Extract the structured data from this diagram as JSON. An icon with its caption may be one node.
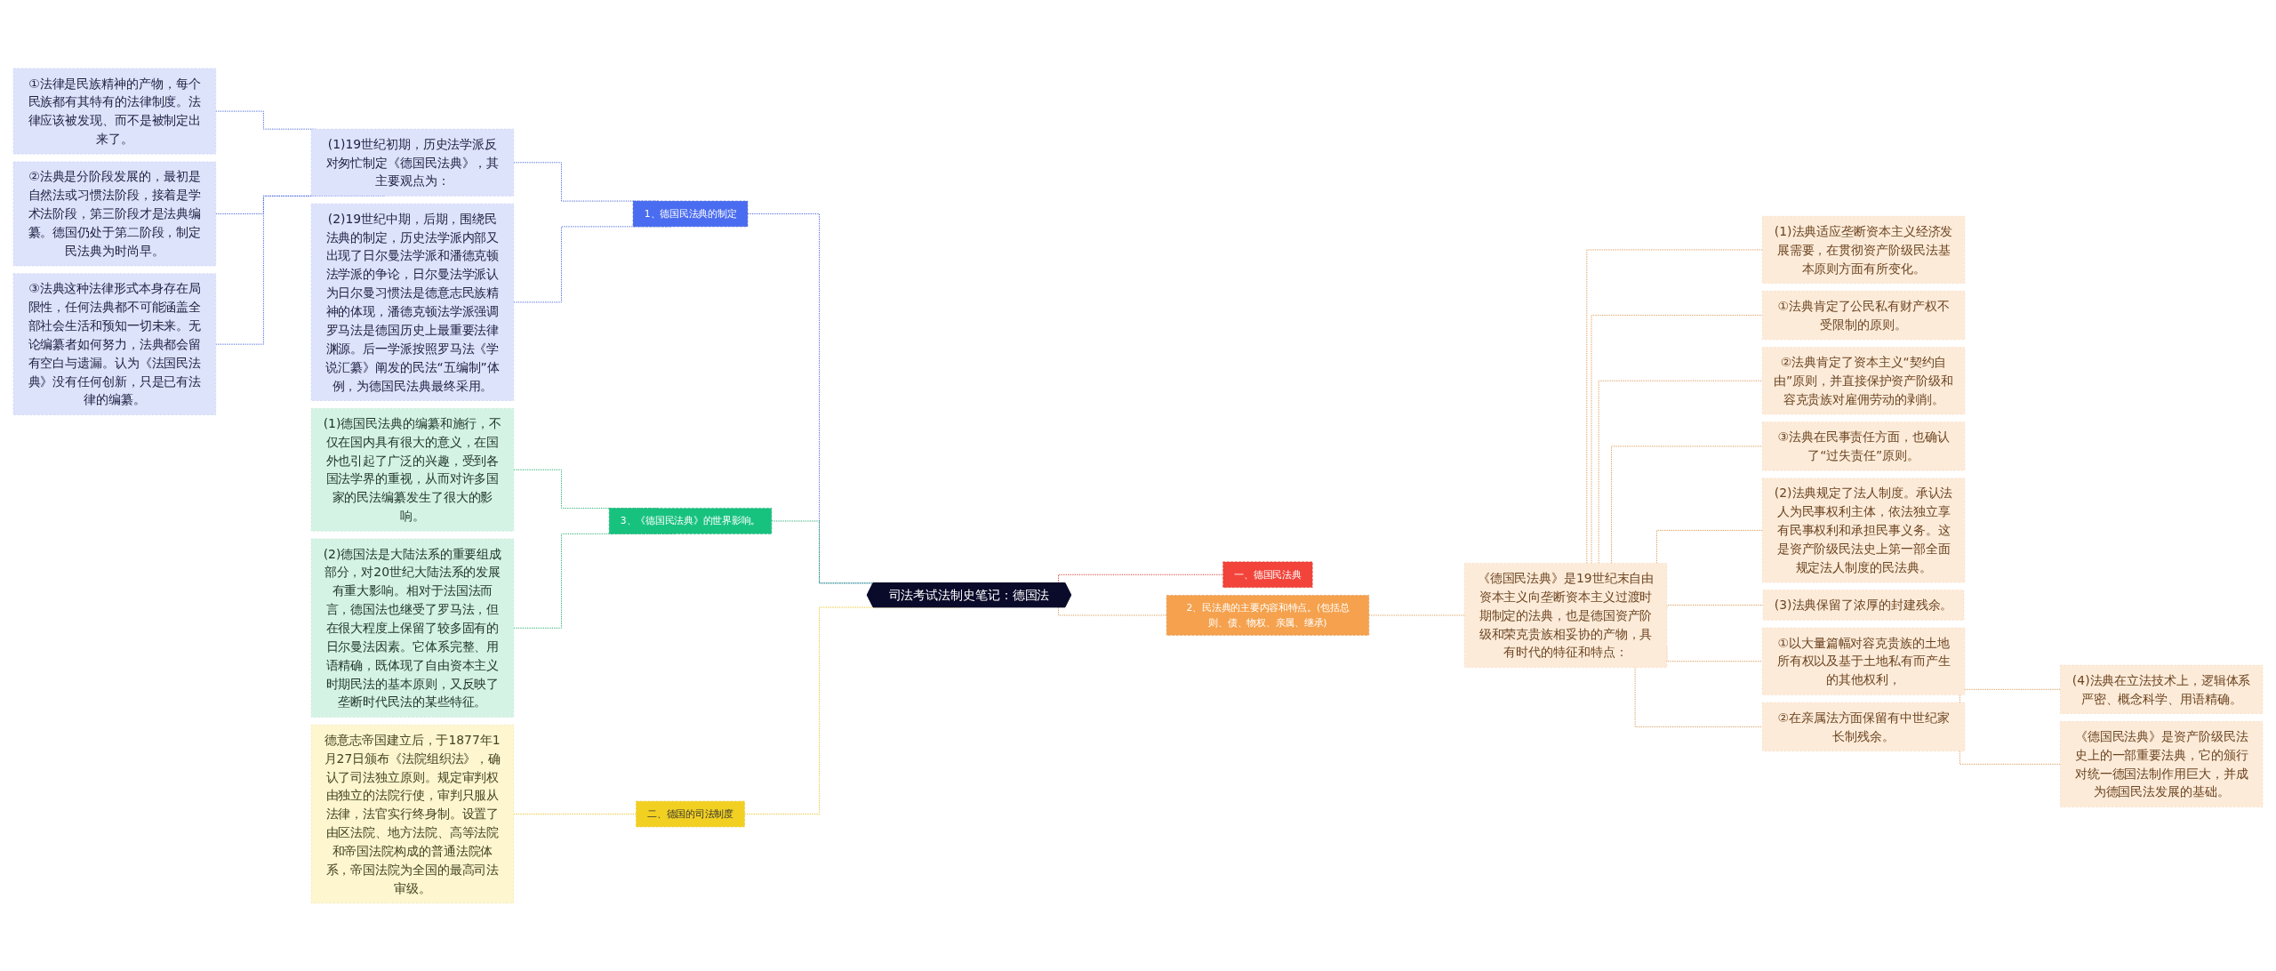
{
  "diagram": {
    "nodes": [
      {
        "text": [
          "司法考试法制史笔记：德国法"
        ]
      },
      {
        "text": [
          "1、德国民法典的制定"
        ]
      },
      {
        "text": [
          "(1)19世纪初期，历史法学派反对匆忙制定《德国民法典》，其主要观点为："
        ]
      },
      {
        "text": [
          "①法律是民族精神的产物，每个民族都有其特有的法律制度。法律应该被发现、而不是被制定出来了。"
        ]
      },
      {
        "text": [
          "②法典是分阶段发展的，最初是自然法或习惯法阶段，接着是学术法阶段，第三阶段才是法典编纂。德国仍处于第二阶段，制定民法典为时尚早。"
        ]
      },
      {
        "text": [
          "③法典这种法律形式本身存在局限性，任何法典都不可能涵盖全部社会生活和预知一切未来。无论编纂者如何努力，法典都会留有空白与遗漏。认为《法国民法典》没有任何创新，只是已有法律的编纂。"
        ]
      },
      {
        "text": [
          "(2)19世纪中期，后期，围绕民法典的制定，历史法学派内部又出现了日尔曼法学派和潘德克顿法学派的争论，日尔曼法学派认为日尔曼习惯法是德意志民族精神的体现，潘德克顿法学派强调罗马法是德国历史上最重要法律渊源。后一学派按照罗马法《学说汇纂》阐发的民法“五编制”体例，为德国民法典最终采用。"
        ]
      },
      {
        "text": [
          "3、《德国民法典》的世界影响。"
        ]
      },
      {
        "text": [
          "(1)德国民法典的编纂和施行，不仅在国内具有很大的意义，在国外也引起了广泛的兴趣，受到各国法学界的重视，从而对许多国家的民法编纂发生了很大的影响。"
        ]
      },
      {
        "text": [
          "(2)德国法是大陆法系的重要组成部分，对20世纪大陆法系的发展有重大影响。相对于法国法而言，德国法也继受了罗马法，但在很大程度上保留了较多固有的日尔曼法因素。它体系完整、用语精确，既体现了自由资本主义时期民法的基本原则，又反映了垄断时代民法的某些特征。"
        ]
      },
      {
        "text": [
          "一、德国民法典"
        ]
      },
      {
        "text": [
          "2、民法典的主要内容和特点。(包括总则、债、物权、亲属、继承)"
        ]
      },
      {
        "text": [
          "《德国民法典》是19世纪末自由资本主义向垄断资本主义过渡时期制定的法典，也是德国资产阶级和荣克贵族相妥协的产物，具有时代的特征和特点："
        ]
      },
      {
        "text": [
          "(1)法典适应垄断资本主义经济发展需要，在贯彻资产阶级民法基本原则方面有所变化。"
        ]
      },
      {
        "text": [
          "①法典肯定了公民私有财产权不受限制的原则。"
        ]
      },
      {
        "text": [
          "②法典肯定了资本主义“契约自由”原则，并直接保护资产阶级和容克贵族对雇佣劳动的剥削。"
        ]
      },
      {
        "text": [
          "③法典在民事责任方面，也确认了“过失责任”原则。"
        ]
      },
      {
        "text": [
          "(2)法典规定了法人制度。承认法人为民事权利主体，依法独立享有民事权利和承担民事义务。这是资产阶级民法史上第一部全面规定法人制度的民法典。"
        ]
      },
      {
        "text": [
          "(3)法典保留了浓厚的封建残余。"
        ]
      },
      {
        "text": [
          "①以大量篇幅对容克贵族的土地所有权以及基于土地私有而产生的其他权利，"
        ]
      },
      {
        "text": [
          "②在亲属法方面保留有中世纪家长制残余。"
        ]
      },
      {
        "text": [
          "(4)法典在立法技术上，逻辑体系严密、概念科学、用语精确。"
        ]
      },
      {
        "text": [
          "《德国民法典》是资产阶级民法史上的一部重要法典，它的颁行对统一德国法制作用巨大，并成为德国民法发展的基础。"
        ]
      },
      {
        "text": [
          "二、德国的司法制度"
        ]
      },
      {
        "text": [
          "德意志帝国建立后，于1877年1月27日颁布《法院组织法》，确认了司法独立原则。规定审判权由独立的法院行使，审判只服从法律，法官实行终身制。设置了由区法院、地方法院、高等法院和帝国法院构成的普通法院体系，帝国法院为全国的最高司法审级。"
        ]
      }
    ],
    "edges": [
      {
        "from": 0,
        "to": 1,
        "arrow": "none",
        "style": "dashed",
        "color": "#3f5fd8"
      },
      {
        "from": 1,
        "to": 2,
        "arrow": "none",
        "style": "dashed",
        "color": "#3f5fd8"
      },
      {
        "from": 2,
        "to": 3,
        "arrow": "none",
        "style": "dashed",
        "color": "#3f5fd8"
      },
      {
        "from": 2,
        "to": 4,
        "arrow": "none",
        "style": "dashed",
        "color": "#3f5fd8"
      },
      {
        "from": 2,
        "to": 5,
        "arrow": "none",
        "style": "dashed",
        "color": "#3f5fd8"
      },
      {
        "from": 1,
        "to": 6,
        "arrow": "none",
        "style": "dashed",
        "color": "#3f5fd8"
      },
      {
        "from": 0,
        "to": 7,
        "arrow": "none",
        "style": "dashed",
        "color": "#1aa86c"
      },
      {
        "from": 7,
        "to": 8,
        "arrow": "none",
        "style": "dashed",
        "color": "#1aa86c"
      },
      {
        "from": 7,
        "to": 9,
        "arrow": "none",
        "style": "dashed",
        "color": "#1aa86c"
      },
      {
        "from": 0,
        "to": 10,
        "arrow": "none",
        "style": "dashed",
        "color": "#d8362c"
      },
      {
        "from": 0,
        "to": 11,
        "arrow": "none",
        "style": "dashed",
        "color": "#d9954c"
      },
      {
        "from": 11,
        "to": 12,
        "arrow": "none",
        "style": "dashed",
        "color": "#d9954c"
      },
      {
        "from": 12,
        "to": 13,
        "arrow": "none",
        "style": "dashed",
        "color": "#d9954c"
      },
      {
        "from": 12,
        "to": 14,
        "arrow": "none",
        "style": "dashed",
        "color": "#d9954c"
      },
      {
        "from": 12,
        "to": 15,
        "arrow": "none",
        "style": "dashed",
        "color": "#d9954c"
      },
      {
        "from": 12,
        "to": 16,
        "arrow": "none",
        "style": "dashed",
        "color": "#d9954c"
      },
      {
        "from": 12,
        "to": 17,
        "arrow": "none",
        "style": "dashed",
        "color": "#d9954c"
      },
      {
        "from": 12,
        "to": 18,
        "arrow": "none",
        "style": "dashed",
        "color": "#d9954c"
      },
      {
        "from": 12,
        "to": 19,
        "arrow": "none",
        "style": "dashed",
        "color": "#d9954c"
      },
      {
        "from": 12,
        "to": 20,
        "arrow": "none",
        "style": "dashed",
        "color": "#d9954c"
      },
      {
        "from": 20,
        "to": 21,
        "arrow": "none",
        "style": "dashed",
        "color": "#d9954c"
      },
      {
        "from": 20,
        "to": 22,
        "arrow": "none",
        "style": "dashed",
        "color": "#d9954c"
      },
      {
        "from": 0,
        "to": 23,
        "arrow": "none",
        "style": "dashed",
        "color": "#e8c21a"
      },
      {
        "from": 23,
        "to": 24,
        "arrow": "none",
        "style": "dashed",
        "color": "#e8c21a"
      }
    ]
  }
}
